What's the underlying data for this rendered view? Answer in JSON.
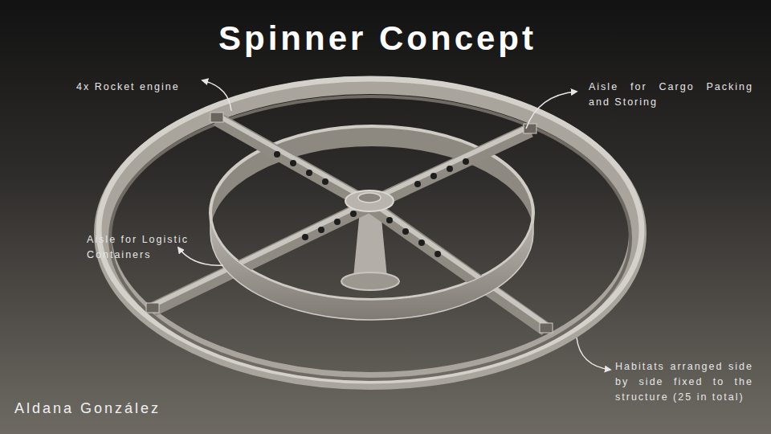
{
  "diagram": {
    "title": "Spinner Concept",
    "labels": [
      "4x Rocket engine",
      "Aisle for Cargo Packing and Storing",
      "Aisle for Logistic Containers",
      "Habitats arranged side by side fixed to the structure (25 in total)",
      "Aldana González"
    ]
  }
}
